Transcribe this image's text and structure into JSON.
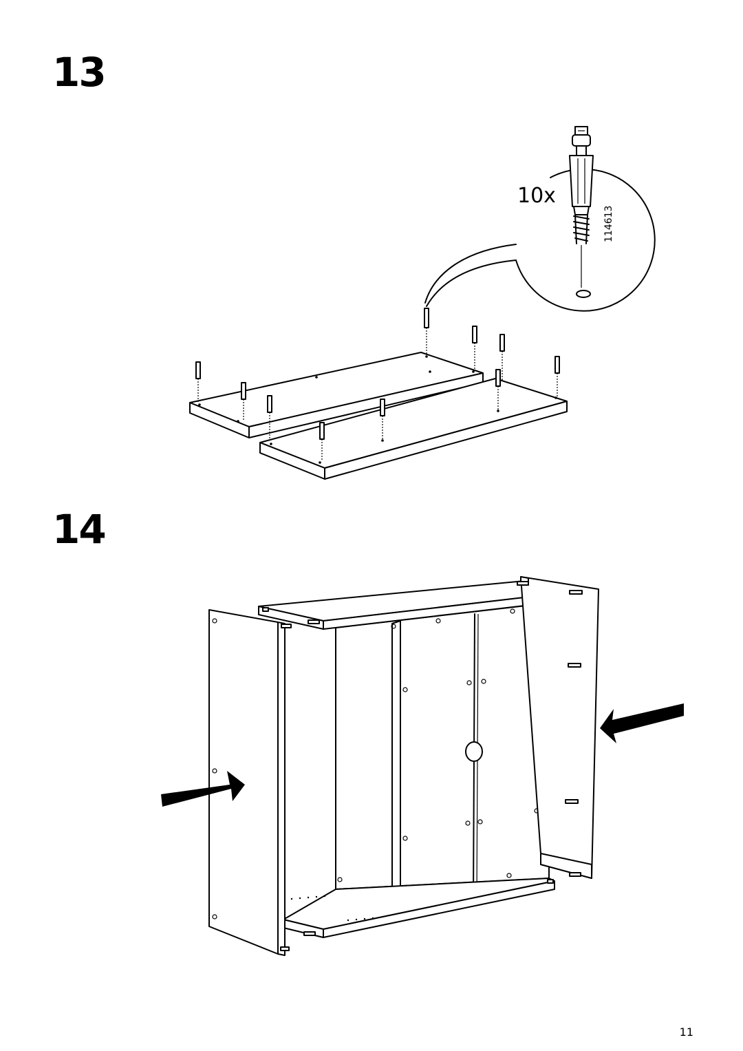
{
  "steps": [
    {
      "number": "13"
    },
    {
      "number": "14"
    }
  ],
  "detail": {
    "quantity": "10x",
    "part_number": "114613"
  },
  "page": {
    "number": "11"
  }
}
